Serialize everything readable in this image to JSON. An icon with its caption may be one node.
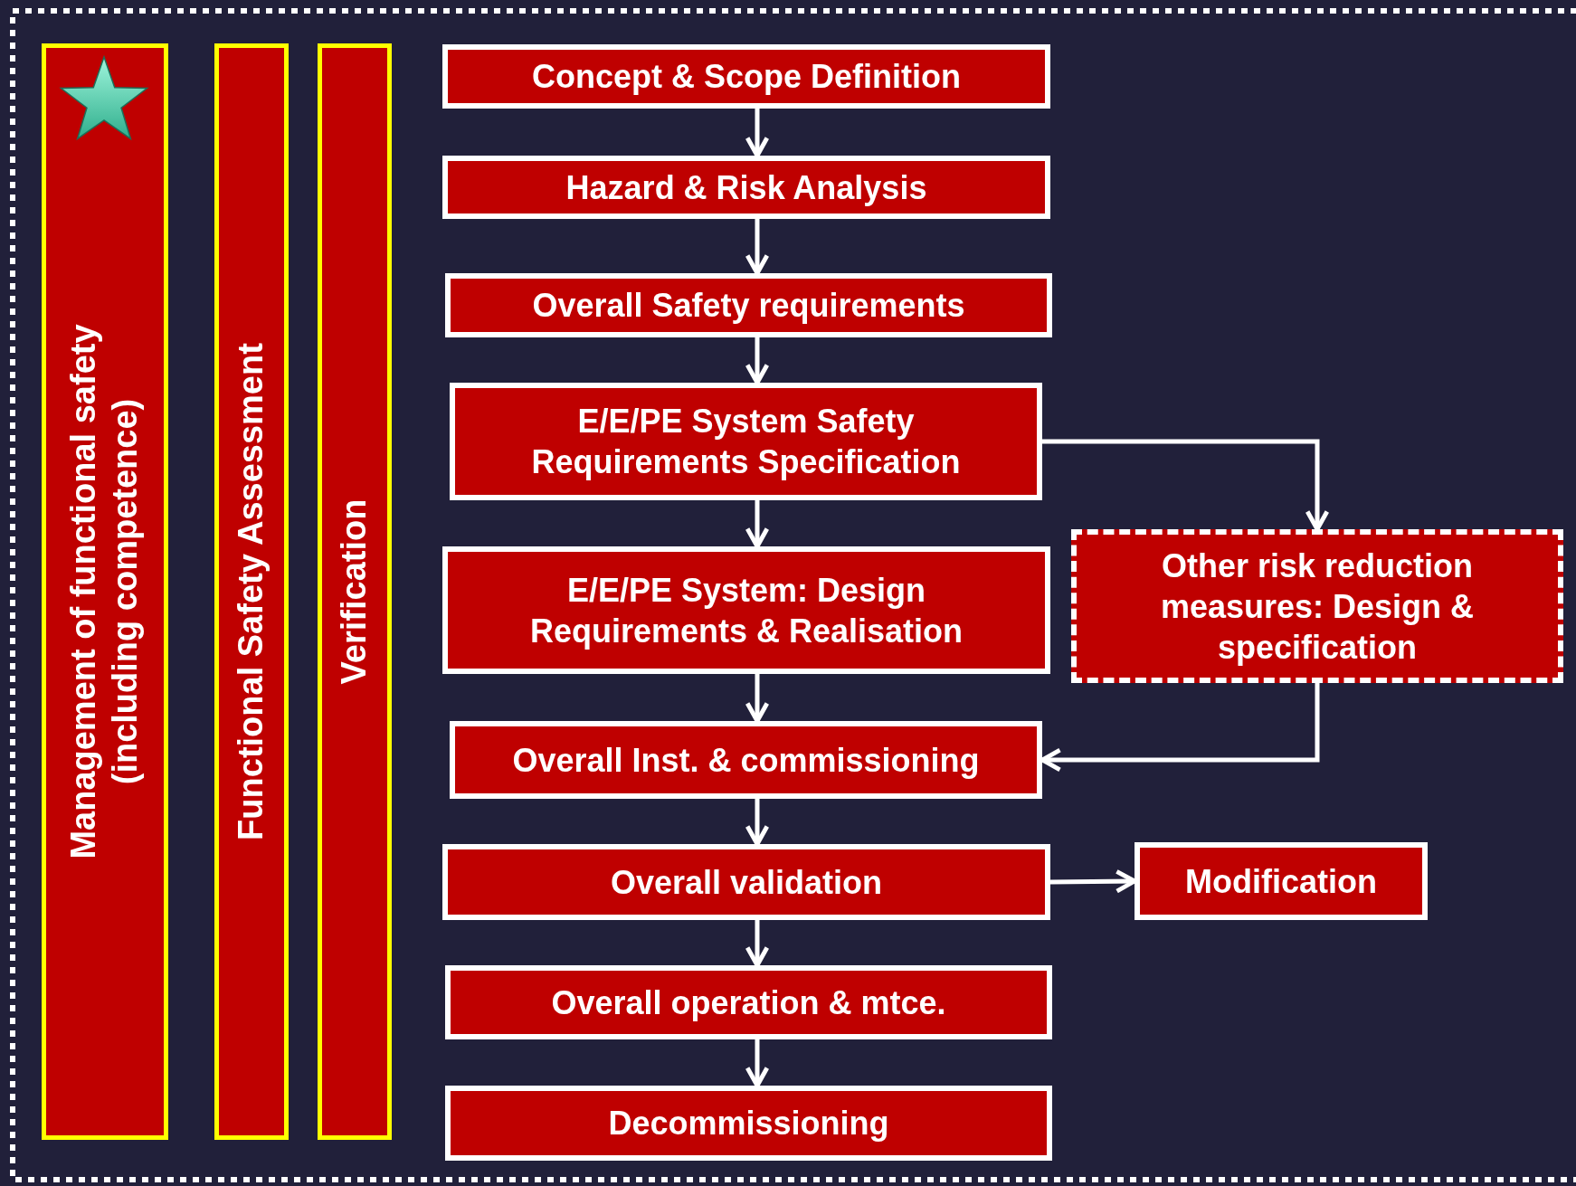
{
  "diagram": {
    "nodes": [
      {
        "text": [
          "Management of functional safety (including competence)"
        ]
      },
      {
        "text": [
          "Functional Safety Assessment"
        ]
      },
      {
        "text": [
          "Verification"
        ]
      },
      {
        "text": [
          "Concept & Scope Definition"
        ]
      },
      {
        "text": [
          "Hazard & Risk Analysis"
        ]
      },
      {
        "text": [
          "Overall Safety requirements"
        ]
      },
      {
        "text": [
          "E/E/PE System Safety Requirements Specification"
        ]
      },
      {
        "text": [
          "E/E/PE System: Design Requirements & Realisation"
        ]
      },
      {
        "text": [
          "Other risk reduction measures: Design & specification"
        ]
      },
      {
        "text": [
          "Overall Inst. & commissioning"
        ]
      },
      {
        "text": [
          "Overall validation"
        ]
      },
      {
        "text": [
          "Modification"
        ]
      },
      {
        "text": [
          "Overall operation & mtce."
        ]
      },
      {
        "text": [
          "Decommissioning"
        ]
      }
    ],
    "edges": [
      {
        "from": 3,
        "to": 4,
        "arrow": "to"
      },
      {
        "from": 4,
        "to": 5,
        "arrow": "to"
      },
      {
        "from": 5,
        "to": 6,
        "arrow": "to"
      },
      {
        "from": 6,
        "to": 7,
        "arrow": "to"
      },
      {
        "from": 6,
        "to": 8,
        "arrow": "to"
      },
      {
        "from": 7,
        "to": 9,
        "arrow": "to"
      },
      {
        "from": 8,
        "to": 9,
        "arrow": "to"
      },
      {
        "from": 9,
        "to": 10,
        "arrow": "to"
      },
      {
        "from": 10,
        "to": 11,
        "arrow": "to"
      },
      {
        "from": 10,
        "to": 12,
        "arrow": "to"
      },
      {
        "from": 12,
        "to": 13,
        "arrow": "to"
      }
    ]
  }
}
